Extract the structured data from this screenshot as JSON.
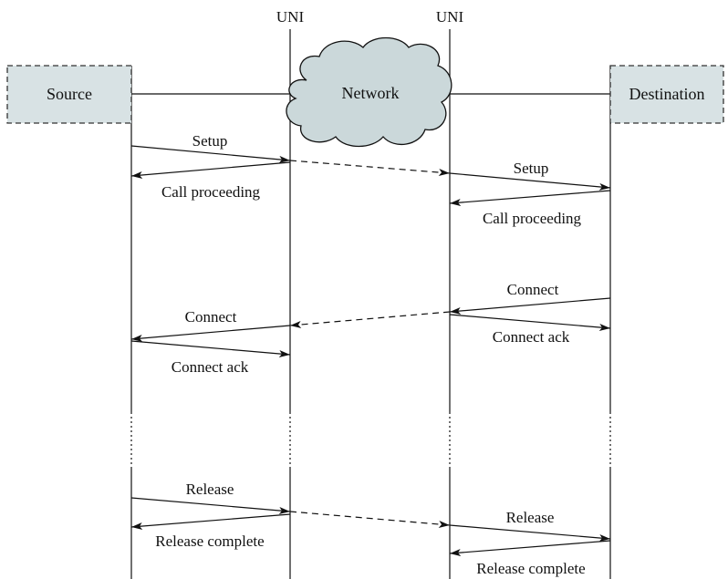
{
  "uni_labels": [
    "UNI",
    "UNI"
  ],
  "endpoints": {
    "source": "Source",
    "network": "Network",
    "destination": "Destination"
  },
  "messages": {
    "setup_1": "Setup",
    "call_proceeding_1": "Call proceeding",
    "setup_2": "Setup",
    "call_proceeding_2": "Call proceeding",
    "connect_2": "Connect",
    "connect_1": "Connect",
    "connect_ack_2": "Connect ack",
    "connect_ack_1": "Connect ack",
    "release_1": "Release",
    "release_complete_1": "Release complete",
    "release_2": "Release",
    "release_complete_2": "Release complete"
  },
  "colors": {
    "box_fill": "#d8e2e4",
    "cloud_fill": "#cbd8da",
    "line": "#111111"
  }
}
